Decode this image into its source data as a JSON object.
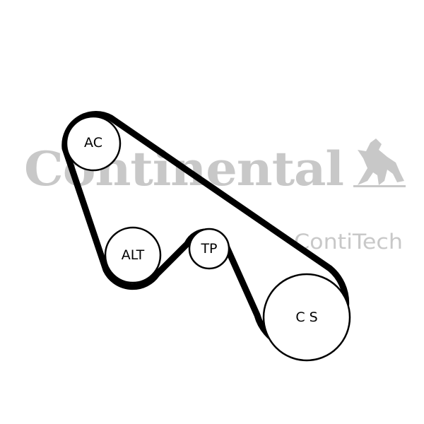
{
  "watermark": {
    "brand": "Continental",
    "sub_brand": "ContiTech",
    "color": "#c8c8c8"
  },
  "belt": {
    "color": "#000000"
  },
  "pulleys": {
    "ac": {
      "label": "AC"
    },
    "alt": {
      "label": "ALT"
    },
    "tp": {
      "label": "TP"
    },
    "cs": {
      "label": "C S"
    }
  }
}
